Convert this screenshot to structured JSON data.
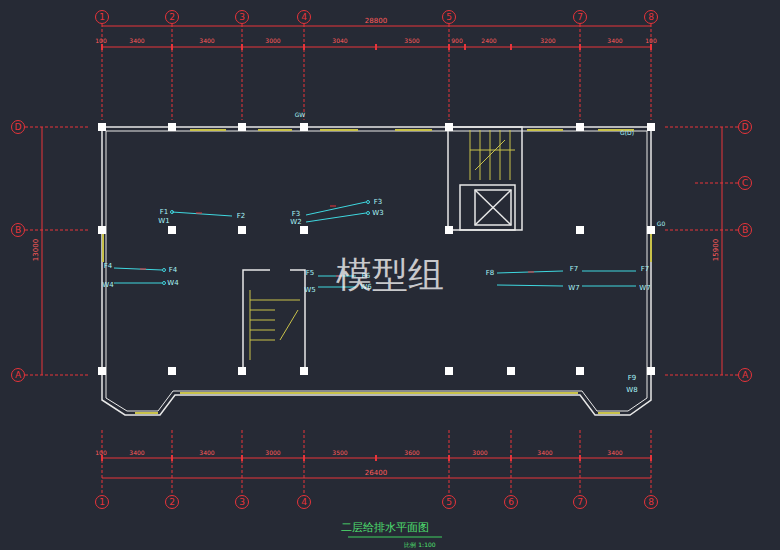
{
  "diagram": {
    "title": "二层给排水平面图",
    "caption": "比例 1:100",
    "nodes": [
      {
        "text": [
          "1"
        ]
      },
      {
        "text": [
          "2"
        ]
      },
      {
        "text": [
          "3"
        ]
      },
      {
        "text": [
          "4"
        ]
      },
      {
        "text": [
          "5"
        ]
      },
      {
        "text": [
          "7"
        ]
      },
      {
        "text": [
          "8"
        ]
      },
      {
        "text": [
          "D"
        ]
      },
      {
        "text": [
          "D"
        ]
      },
      {
        "text": [
          "C"
        ]
      },
      {
        "text": [
          "B"
        ]
      },
      {
        "text": [
          "B"
        ]
      },
      {
        "text": [
          "A"
        ]
      },
      {
        "text": [
          "A"
        ]
      },
      {
        "text": [
          "1"
        ]
      },
      {
        "text": [
          "2"
        ]
      },
      {
        "text": [
          "3"
        ]
      },
      {
        "text": [
          "4"
        ]
      },
      {
        "text": [
          "5"
        ]
      },
      {
        "text": [
          "6"
        ]
      },
      {
        "text": [
          "7"
        ]
      },
      {
        "text": [
          "8"
        ]
      }
    ],
    "labels": [
      "28800",
      "100",
      "3400",
      "3400",
      "3000",
      "3040",
      "3500",
      "900",
      "2400",
      "3200",
      "3400",
      "100",
      "100",
      "3400",
      "3400",
      "3000",
      "3500",
      "3600",
      "3000",
      "3400",
      "3400",
      "26400",
      "13000",
      "15900",
      "GW",
      "G(D)",
      "G0",
      "F1",
      "W1",
      "F2",
      "F3",
      "W2",
      "F3",
      "W3",
      "F4",
      "W4",
      "F4",
      "W4",
      "F5",
      "W5",
      "F6",
      "W6",
      "F8",
      "F7",
      "W7",
      "F7",
      "W7",
      "F9",
      "W8",
      "模型组"
    ]
  }
}
